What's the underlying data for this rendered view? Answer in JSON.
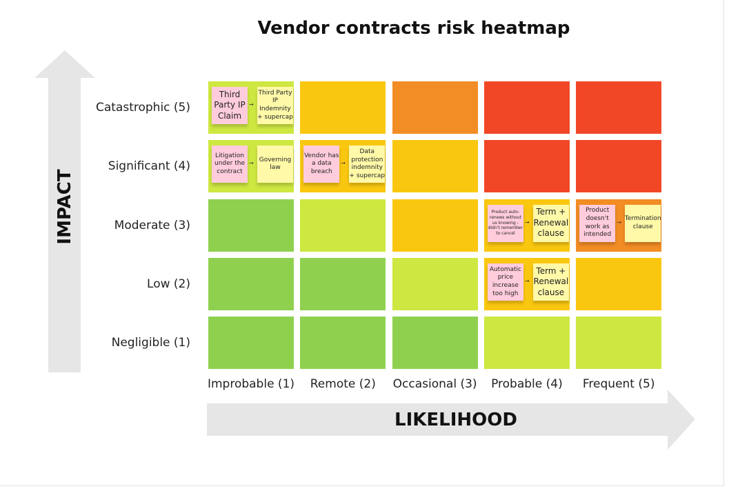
{
  "chart_data": {
    "type": "heatmap",
    "title": "Vendor contracts risk heatmap",
    "xlabel": "LIKELIHOOD",
    "ylabel": "IMPACT",
    "x_categories": [
      "Improbable (1)",
      "Remote (2)",
      "Occasional (3)",
      "Probable (4)",
      "Frequent (5)"
    ],
    "y_categories": [
      "Catastrophic (5)",
      "Significant (4)",
      "Moderate (3)",
      "Low (2)",
      "Negligible (1)"
    ],
    "colors": {
      "green": "#8fd14f",
      "lightgreen": "#cee741",
      "yellow": "#fac710",
      "orange": "#f28c25",
      "red": "#f24726"
    },
    "cells": [
      [
        "lightgreen",
        "yellow",
        "orange",
        "red",
        "red"
      ],
      [
        "lightgreen",
        "yellow",
        "yellow",
        "red",
        "red"
      ],
      [
        "green",
        "lightgreen",
        "yellow",
        "yellow",
        "orange"
      ],
      [
        "green",
        "green",
        "lightgreen",
        "yellow",
        "yellow"
      ],
      [
        "green",
        "green",
        "green",
        "lightgreen",
        "lightgreen"
      ]
    ],
    "notes": [
      {
        "row": 0,
        "col": 0,
        "risk": "Third Party IP Claim",
        "mitigation": "Third Party IP Indemnity + supercap",
        "rs": "big",
        "ms": ""
      },
      {
        "row": 1,
        "col": 0,
        "risk": "Litigation under the contract",
        "mitigation": "Governing law",
        "rs": "",
        "ms": ""
      },
      {
        "row": 1,
        "col": 1,
        "risk": "Vendor has a data breach",
        "mitigation": "Data protection indemnity + supercap",
        "rs": "",
        "ms": ""
      },
      {
        "row": 2,
        "col": 3,
        "risk": "Product auto-renews without us knowing - didn't remember to cancel",
        "mitigation": "Term + Renewal clause",
        "rs": "tiny",
        "ms": "big"
      },
      {
        "row": 2,
        "col": 4,
        "risk": "Product doesn't work as intended",
        "mitigation": "Termination clause",
        "rs": "",
        "ms": ""
      },
      {
        "row": 3,
        "col": 3,
        "risk": "Automatic price increase too high",
        "mitigation": "Term + Renewal clause",
        "rs": "",
        "ms": "big"
      }
    ]
  }
}
